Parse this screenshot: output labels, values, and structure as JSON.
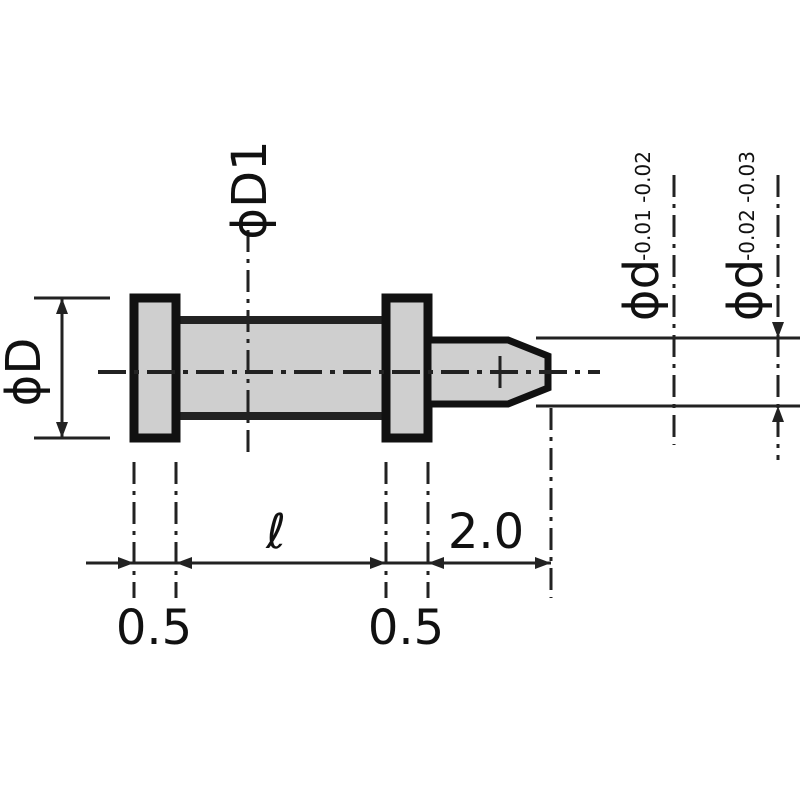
{
  "labels": {
    "phi_D": "ϕD",
    "phi_D1": "ϕD1",
    "phi_d_left": "ϕd",
    "phi_d_right": "ϕd",
    "tol_left": "-0.01 -0.02",
    "tol_right": "-0.02 -0.03",
    "ell": "ℓ",
    "dim_2_0": "2.0",
    "dim_0_5_left": "0.5",
    "dim_0_5_right": "0.5"
  }
}
